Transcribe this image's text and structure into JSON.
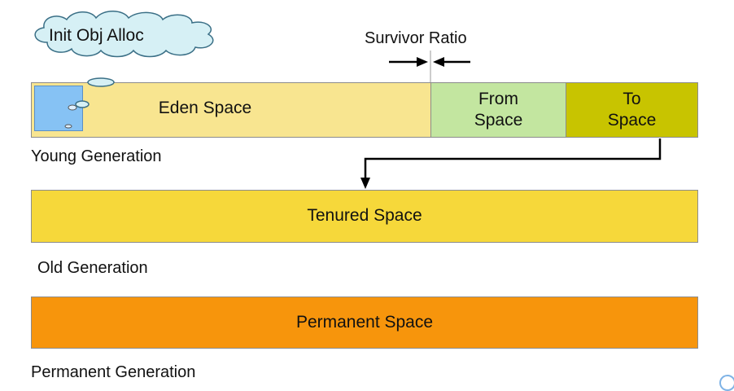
{
  "cloud": {
    "label": "Init Obj Alloc"
  },
  "survivor_ratio": {
    "label": "Survivor Ratio"
  },
  "young": {
    "eden": "Eden Space",
    "from_line1": "From",
    "from_line2": "Space",
    "to_line1": "To",
    "to_line2": "Space",
    "generation_label": "Young Generation"
  },
  "old": {
    "tenured": "Tenured Space",
    "generation_label": "Old Generation"
  },
  "permanent": {
    "space": "Permanent Space",
    "generation_label": "Permanent Generation"
  },
  "colors": {
    "eden": "#f8e590",
    "from": "#c3e6a0",
    "to": "#c8c400",
    "tenured": "#f6d83a",
    "permanent": "#f7950c",
    "cloud": "#d6f0f5",
    "object": "#86c2f4"
  }
}
